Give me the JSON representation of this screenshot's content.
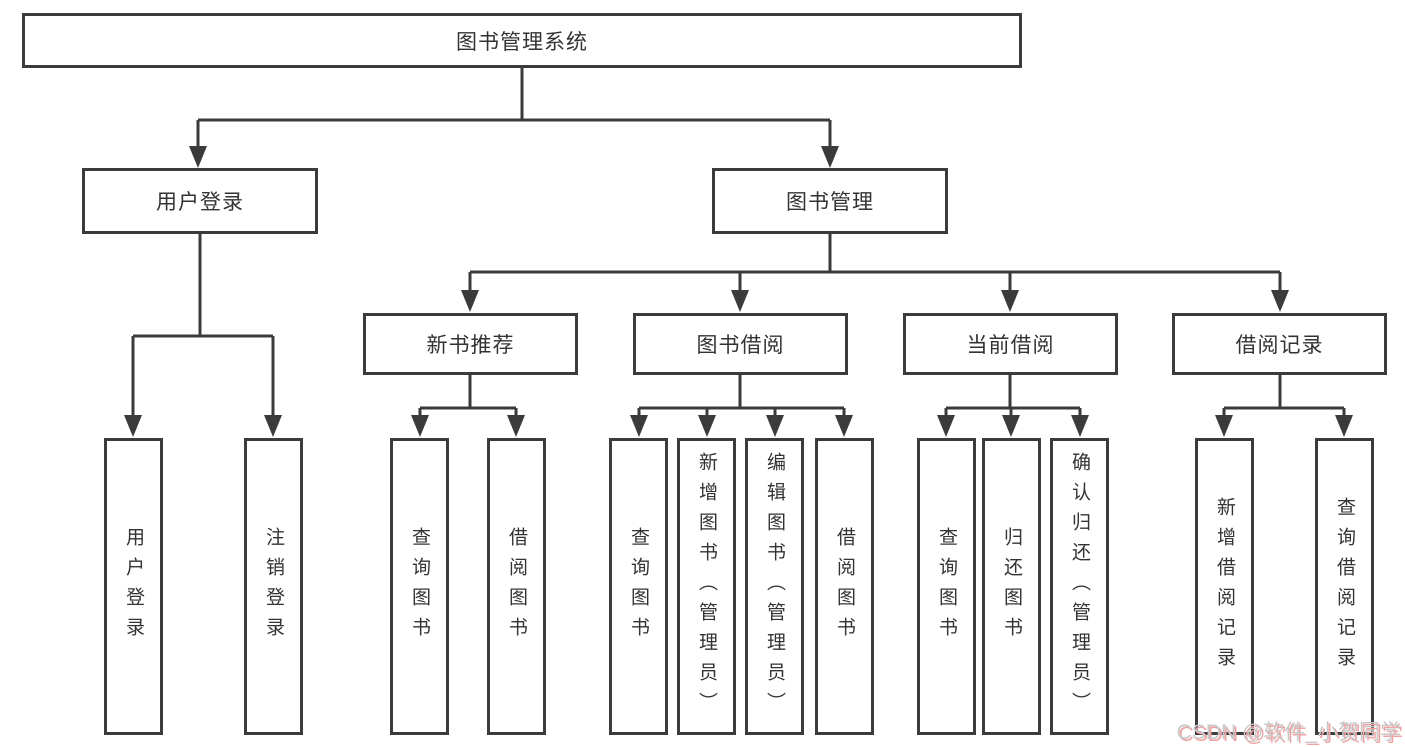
{
  "tree": {
    "root": {
      "label": "图书管理系统"
    },
    "level1": [
      {
        "id": "user-login",
        "label": "用户登录"
      },
      {
        "id": "book-management",
        "label": "图书管理"
      }
    ],
    "level2": [
      {
        "id": "new-book-recommend",
        "label": "新书推荐",
        "parent": "book-management"
      },
      {
        "id": "book-borrowing",
        "label": "图书借阅",
        "parent": "book-management"
      },
      {
        "id": "current-borrowing",
        "label": "当前借阅",
        "parent": "book-management"
      },
      {
        "id": "borrowing-records",
        "label": "借阅记录",
        "parent": "book-management"
      }
    ],
    "leaves": [
      {
        "id": "user-login-action",
        "label": "用户登录",
        "parent": "user-login"
      },
      {
        "id": "logout",
        "label": "注销登录",
        "parent": "user-login"
      },
      {
        "id": "recommend-query-books",
        "label": "查询图书",
        "parent": "new-book-recommend"
      },
      {
        "id": "recommend-borrow-books",
        "label": "借阅图书",
        "parent": "new-book-recommend"
      },
      {
        "id": "borrow-query-books",
        "label": "查询图书",
        "parent": "book-borrowing"
      },
      {
        "id": "borrow-add-books-admin",
        "label": "新增图书（管理员）",
        "parent": "book-borrowing"
      },
      {
        "id": "borrow-edit-books-admin",
        "label": "编辑图书（管理员）",
        "parent": "book-borrowing"
      },
      {
        "id": "borrow-borrow-books",
        "label": "借阅图书",
        "parent": "book-borrowing"
      },
      {
        "id": "current-query-books",
        "label": "查询图书",
        "parent": "current-borrowing"
      },
      {
        "id": "current-return-books",
        "label": "归还图书",
        "parent": "current-borrowing"
      },
      {
        "id": "current-confirm-return-admin",
        "label": "确认归还（管理员）",
        "parent": "current-borrowing"
      },
      {
        "id": "records-add-record",
        "label": "新增借阅记录",
        "parent": "borrowing-records"
      },
      {
        "id": "records-query-record",
        "label": "查询借阅记录",
        "parent": "borrowing-records"
      }
    ]
  },
  "watermark": {
    "text": "CSDN @软件_小贺同学"
  },
  "colors": {
    "line": "#3b3b3b",
    "box_border": "#3b3b3b",
    "text": "#333333",
    "background": "#ffffff",
    "watermark_text": "#c8c8c8",
    "watermark_shadow": "#efa3a3"
  }
}
